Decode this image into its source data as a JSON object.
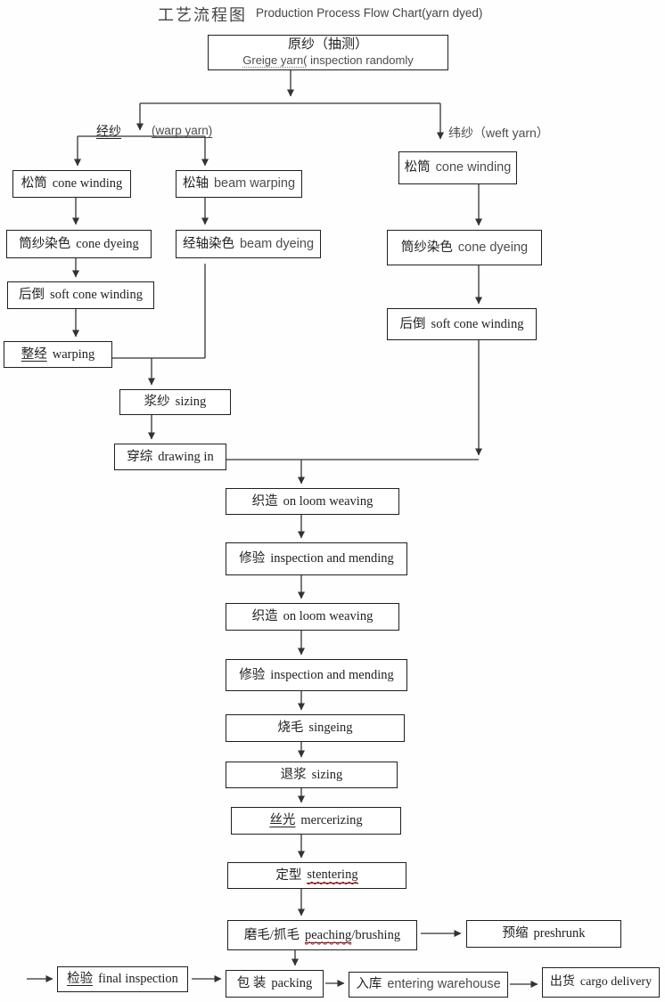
{
  "title": {
    "zh": "工艺流程图",
    "en": "Production Process Flow Chart(yarn dyed)"
  },
  "branch_labels": {
    "warp_zh": "经纱",
    "warp_en": "(warp yarn)",
    "weft": "纬纱（weft yarn）"
  },
  "nodes": {
    "greige": {
      "zh": "原纱（抽测）",
      "en1": "Greige yarn(",
      "en2": " inspection randomly"
    },
    "warp_cone_winding": {
      "zh": "松筒",
      "en": "cone winding"
    },
    "beam_warping": {
      "zh": "松轴",
      "en": "beam warping"
    },
    "weft_cone_winding": {
      "zh": "松筒",
      "en": "cone winding"
    },
    "warp_cone_dyeing": {
      "zh": "筒纱染色",
      "en": "cone dyeing"
    },
    "beam_dyeing": {
      "zh": "经轴染色",
      "en": "beam dyeing"
    },
    "weft_cone_dyeing": {
      "zh": "筒纱染色",
      "en": "cone dyeing"
    },
    "warp_soft_cone_winding": {
      "zh": "后倒",
      "en": "soft cone winding"
    },
    "weft_soft_cone_winding": {
      "zh": "后倒",
      "en": "soft cone winding"
    },
    "warping": {
      "zh": "整经",
      "en": "warping"
    },
    "sizing": {
      "zh": "浆纱",
      "en": "sizing"
    },
    "drawing_in": {
      "zh": "穿综",
      "en": "drawing in"
    },
    "weaving1": {
      "zh": "织造",
      "en": "on loom weaving"
    },
    "mending1": {
      "zh": "修验",
      "en": "inspection and mending"
    },
    "weaving2": {
      "zh": "织造",
      "en": "on loom weaving"
    },
    "mending2": {
      "zh": "修验",
      "en": "inspection and mending"
    },
    "singeing": {
      "zh": "烧毛",
      "en": "singeing"
    },
    "desizing": {
      "zh": "退浆",
      "en": "sizing"
    },
    "mercerizing": {
      "zh": "丝光",
      "en": "mercerizing"
    },
    "stentering": {
      "zh": "定型",
      "en": "stentering"
    },
    "peaching": {
      "zh": "磨毛/抓毛",
      "en1": "peaching",
      "en2": "/brushing"
    },
    "preshrunk": {
      "zh": "预缩",
      "en": "preshrunk"
    },
    "final_inspection": {
      "zh": "检验",
      "en": "final inspection"
    },
    "packing": {
      "zh": "包 装",
      "en": "packing"
    },
    "warehouse": {
      "zh": "入库",
      "en": "entering warehouse"
    },
    "delivery": {
      "zh": "出货",
      "en": "cargo delivery"
    }
  },
  "colors": {
    "line": "#333333",
    "text": "#1f1f1f",
    "box_border": "#1f1f1f",
    "spellcheck_squiggle": "#c62222",
    "background": "#fefefe"
  }
}
